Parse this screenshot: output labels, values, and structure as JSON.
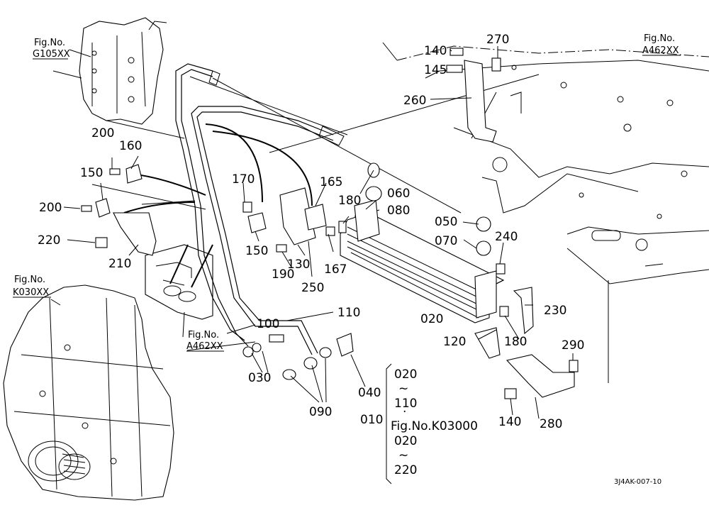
{
  "drawing_code": "3J4AK-007-10",
  "fig_refs": [
    {
      "label": "Fig.No.",
      "code": "G105XX"
    },
    {
      "label": "Fig.No.",
      "code": "A462XX"
    },
    {
      "label": "Fig.No.",
      "code": "K030XX"
    },
    {
      "label": "Fig.No.",
      "code": "A462XX"
    }
  ],
  "parts": [
    {
      "number": "010"
    },
    {
      "number": "020"
    },
    {
      "number": "030"
    },
    {
      "number": "040"
    },
    {
      "number": "050"
    },
    {
      "number": "060"
    },
    {
      "number": "070"
    },
    {
      "number": "080"
    },
    {
      "number": "090"
    },
    {
      "number": "100"
    },
    {
      "number": "110"
    },
    {
      "number": "120"
    },
    {
      "number": "130"
    },
    {
      "number": "140"
    },
    {
      "number": "140"
    },
    {
      "number": "145"
    },
    {
      "number": "150"
    },
    {
      "number": "150"
    },
    {
      "number": "160"
    },
    {
      "number": "165"
    },
    {
      "number": "167"
    },
    {
      "number": "170"
    },
    {
      "number": "180"
    },
    {
      "number": "180"
    },
    {
      "number": "190"
    },
    {
      "number": "200"
    },
    {
      "number": "200"
    },
    {
      "number": "210"
    },
    {
      "number": "220"
    },
    {
      "number": "230"
    },
    {
      "number": "240"
    },
    {
      "number": "250"
    },
    {
      "number": "260"
    },
    {
      "number": "270"
    },
    {
      "number": "280"
    },
    {
      "number": "290"
    }
  ],
  "assembly_note": {
    "range1_start": "020",
    "tilde1": "~",
    "range1_end": "110",
    "dot": "·",
    "fig": "Fig.No.K03000",
    "range2_start": "020",
    "tilde2": "~",
    "range2_end": "220"
  }
}
